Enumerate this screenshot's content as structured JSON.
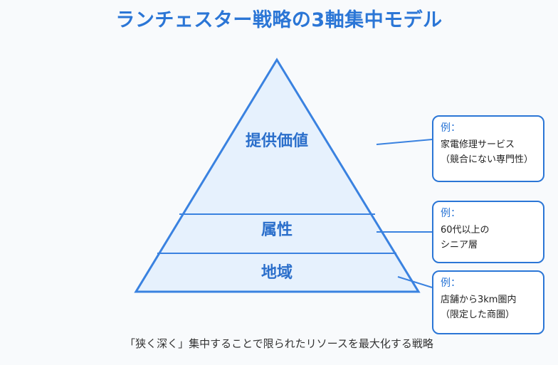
{
  "title": "ランチェスター戦略の3軸集中モデル",
  "layers": [
    {
      "label": "提供価値"
    },
    {
      "label": "属性"
    },
    {
      "label": "地域"
    }
  ],
  "examples": [
    {
      "heading": "例：",
      "lines": [
        "家電修理サービス",
        "（競合にない専門性）"
      ]
    },
    {
      "heading": "例：",
      "lines": [
        "60代以上の",
        "シニア層"
      ]
    },
    {
      "heading": "例：",
      "lines": [
        "店舗から3km圏内",
        "（限定した商圏）"
      ]
    }
  ],
  "caption": "「狭く深く」集中することで限られたリソースを最大化する戦略",
  "colors": {
    "accent": "#2b76d6",
    "fill": "#e6f1fd"
  }
}
